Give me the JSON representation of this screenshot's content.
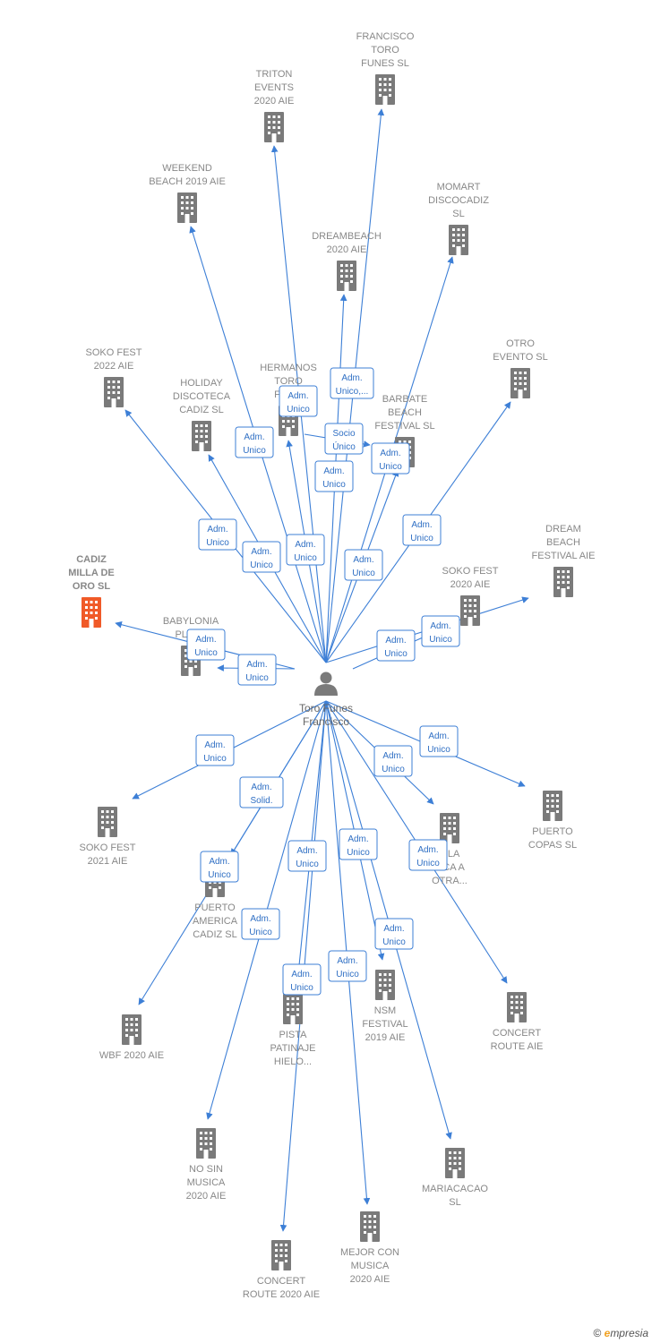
{
  "colors": {
    "edge": "#3d7fd6",
    "building": "#7a7a7a",
    "highlight": "#f05a28",
    "person": "#7a7a7a",
    "box_border": "#3d7fd6"
  },
  "center": {
    "lines": [
      "Toro Funes",
      "Francisco"
    ],
    "icon": "person-icon"
  },
  "nodes": [
    {
      "id": "francisco-toro-funes",
      "lines": [
        "FRANCISCO",
        "TORO",
        "FUNES  SL"
      ]
    },
    {
      "id": "triton-events",
      "lines": [
        "TRITON",
        "EVENTS",
        "2020 AIE"
      ]
    },
    {
      "id": "weekend-beach",
      "lines": [
        "WEEKEND",
        "BEACH 2019 AIE"
      ]
    },
    {
      "id": "momart",
      "lines": [
        "MOMART",
        "DISCOCADIZ",
        "SL"
      ]
    },
    {
      "id": "dreambeach",
      "lines": [
        "DREAMBEACH",
        "2020 AIE"
      ]
    },
    {
      "id": "soko-fest-2022",
      "lines": [
        "SOKO FEST",
        "2022 AIE"
      ]
    },
    {
      "id": "holiday-discoteca",
      "lines": [
        "HOLIDAY",
        "DISCOTECA",
        "CADIZ  SL"
      ]
    },
    {
      "id": "hermanos-toro",
      "lines": [
        "HERMANOS",
        "TORO",
        "FUN..."
      ]
    },
    {
      "id": "barbate-beach",
      "lines": [
        "BARBATE",
        "BEACH",
        "FESTIVAL  SL"
      ]
    },
    {
      "id": "otro-evento",
      "lines": [
        "OTRO",
        "EVENTO  SL"
      ]
    },
    {
      "id": "cadiz-milla",
      "lines": [
        "CADIZ",
        "MILLA DE",
        "ORO  SL"
      ],
      "highlight": true
    },
    {
      "id": "babylonia",
      "lines": [
        "BABYLONIA",
        "PLAY..."
      ]
    },
    {
      "id": "dream-beach-festival",
      "lines": [
        "DREAM",
        "BEACH",
        "FESTIVAL AIE"
      ]
    },
    {
      "id": "soko-fest-2020",
      "lines": [
        "SOKO FEST",
        "2020  AIE"
      ]
    },
    {
      "id": "soko-fest-2021",
      "lines": [
        "SOKO FEST",
        "2021  AIE"
      ]
    },
    {
      "id": "puerto-copas",
      "lines": [
        "PUERTO",
        "COPAS  SL"
      ]
    },
    {
      "id": "puerto-america",
      "lines": [
        "PUERTO",
        "AMERICA",
        "CADIZ  SL"
      ]
    },
    {
      "id": "la-musica",
      "lines": [
        "...LA",
        "...CA A",
        "OTRA..."
      ]
    },
    {
      "id": "wbf-2020",
      "lines": [
        "WBF 2020 AIE"
      ]
    },
    {
      "id": "concert-route",
      "lines": [
        "CONCERT",
        "ROUTE  AIE"
      ]
    },
    {
      "id": "pista-patinaje",
      "lines": [
        "PISTA",
        "PATINAJE",
        "HIELO..."
      ]
    },
    {
      "id": "nsm-festival",
      "lines": [
        "NSM",
        "FESTIVAL",
        "2019 AIE"
      ]
    },
    {
      "id": "no-sin-musica",
      "lines": [
        "NO SIN",
        "MUSICA",
        "2020 AIE"
      ]
    },
    {
      "id": "mariacacao",
      "lines": [
        "MARIACACAO",
        "SL"
      ]
    },
    {
      "id": "mejor-con-musica",
      "lines": [
        "MEJOR CON",
        "MUSICA",
        "2020  AIE"
      ]
    },
    {
      "id": "concert-route-2020",
      "lines": [
        "CONCERT",
        "ROUTE 2020 AIE"
      ]
    }
  ],
  "edges": [
    {
      "to": "francisco-toro-funes",
      "label": [
        "Adm.",
        "Unico,..."
      ]
    },
    {
      "to": "triton-events",
      "label": [
        "Adm.",
        "Unico"
      ]
    },
    {
      "to": "weekend-beach",
      "label": [
        "Adm.",
        "Unico"
      ]
    },
    {
      "to": "momart",
      "label": [
        "Adm.",
        "Unico"
      ]
    },
    {
      "to": "dreambeach",
      "label": [
        "Adm.",
        "Unico"
      ]
    },
    {
      "to": "soko-fest-2022",
      "label": [
        "Adm.",
        "Unico"
      ]
    },
    {
      "to": "holiday-discoteca",
      "label": [
        "Adm.",
        "Unico"
      ]
    },
    {
      "to": "hermanos-toro",
      "label": [
        "Adm.",
        "Unico"
      ]
    },
    {
      "to": "barbate-beach",
      "label": [
        "Adm.",
        "Unico"
      ]
    },
    {
      "to": "otro-evento",
      "label": [
        "Adm.",
        "Unico"
      ]
    },
    {
      "to": "cadiz-milla",
      "label": [
        "Adm.",
        "Unico"
      ]
    },
    {
      "to": "babylonia",
      "label": [
        "Adm.",
        "Unico"
      ]
    },
    {
      "to": "dream-beach-festival",
      "label": [
        "Adm.",
        "Unico"
      ]
    },
    {
      "to": "soko-fest-2020",
      "label": [
        "Adm.",
        "Unico"
      ]
    },
    {
      "to": "soko-fest-2021",
      "label": [
        "Adm.",
        "Unico"
      ]
    },
    {
      "to": "puerto-copas",
      "label": [
        "Adm.",
        "Unico"
      ]
    },
    {
      "to": "puerto-america",
      "label": [
        "Adm.",
        "Solid."
      ]
    },
    {
      "to": "la-musica",
      "label": [
        "Adm.",
        "Unico"
      ]
    },
    {
      "to": "wbf-2020",
      "label": [
        "Adm.",
        "Unico"
      ]
    },
    {
      "to": "concert-route",
      "label": [
        "Adm.",
        "Unico"
      ]
    },
    {
      "to": "pista-patinaje",
      "label": [
        "Adm.",
        "Unico"
      ]
    },
    {
      "to": "nsm-festival",
      "label": [
        "Adm.",
        "Unico"
      ]
    },
    {
      "to": "no-sin-musica",
      "label": [
        "Adm.",
        "Unico"
      ]
    },
    {
      "to": "mariacacao",
      "label": [
        "Adm.",
        "Unico"
      ]
    },
    {
      "to": "mejor-con-musica",
      "label": [
        "Adm.",
        "Unico"
      ]
    },
    {
      "to": "concert-route-2020",
      "label": [
        "Adm.",
        "Unico"
      ]
    },
    {
      "from": "hermanos-toro",
      "to": "barbate-beach",
      "label": [
        "Socio",
        "Único"
      ]
    }
  ],
  "footer": {
    "copyright": "©",
    "brand_initial": "e",
    "brand_rest": "mpresia"
  }
}
